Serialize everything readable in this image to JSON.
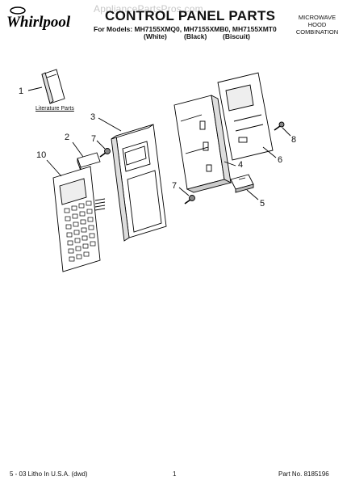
{
  "header": {
    "brand": "Whirlpool",
    "watermark": "AppliancePartsPros.com",
    "title": "CONTROL PANEL PARTS",
    "models": "For Models: MH7155XMQ0, MH7155XMB0, MH7155XMT0",
    "colors": [
      "(White)",
      "(Black)",
      "(Biscuit)"
    ],
    "product_type": [
      "MICROWAVE",
      "HOOD",
      "COMBINATION"
    ]
  },
  "labels": {
    "literature": "Literature Parts"
  },
  "callouts": [
    "1",
    "2",
    "3",
    "4",
    "5",
    "6",
    "7",
    "7",
    "8",
    "10"
  ],
  "footer": {
    "litho": "5 - 03 Litho In U.S.A. (dwd)",
    "page": "1",
    "part_no": "Part No. 8185196"
  }
}
